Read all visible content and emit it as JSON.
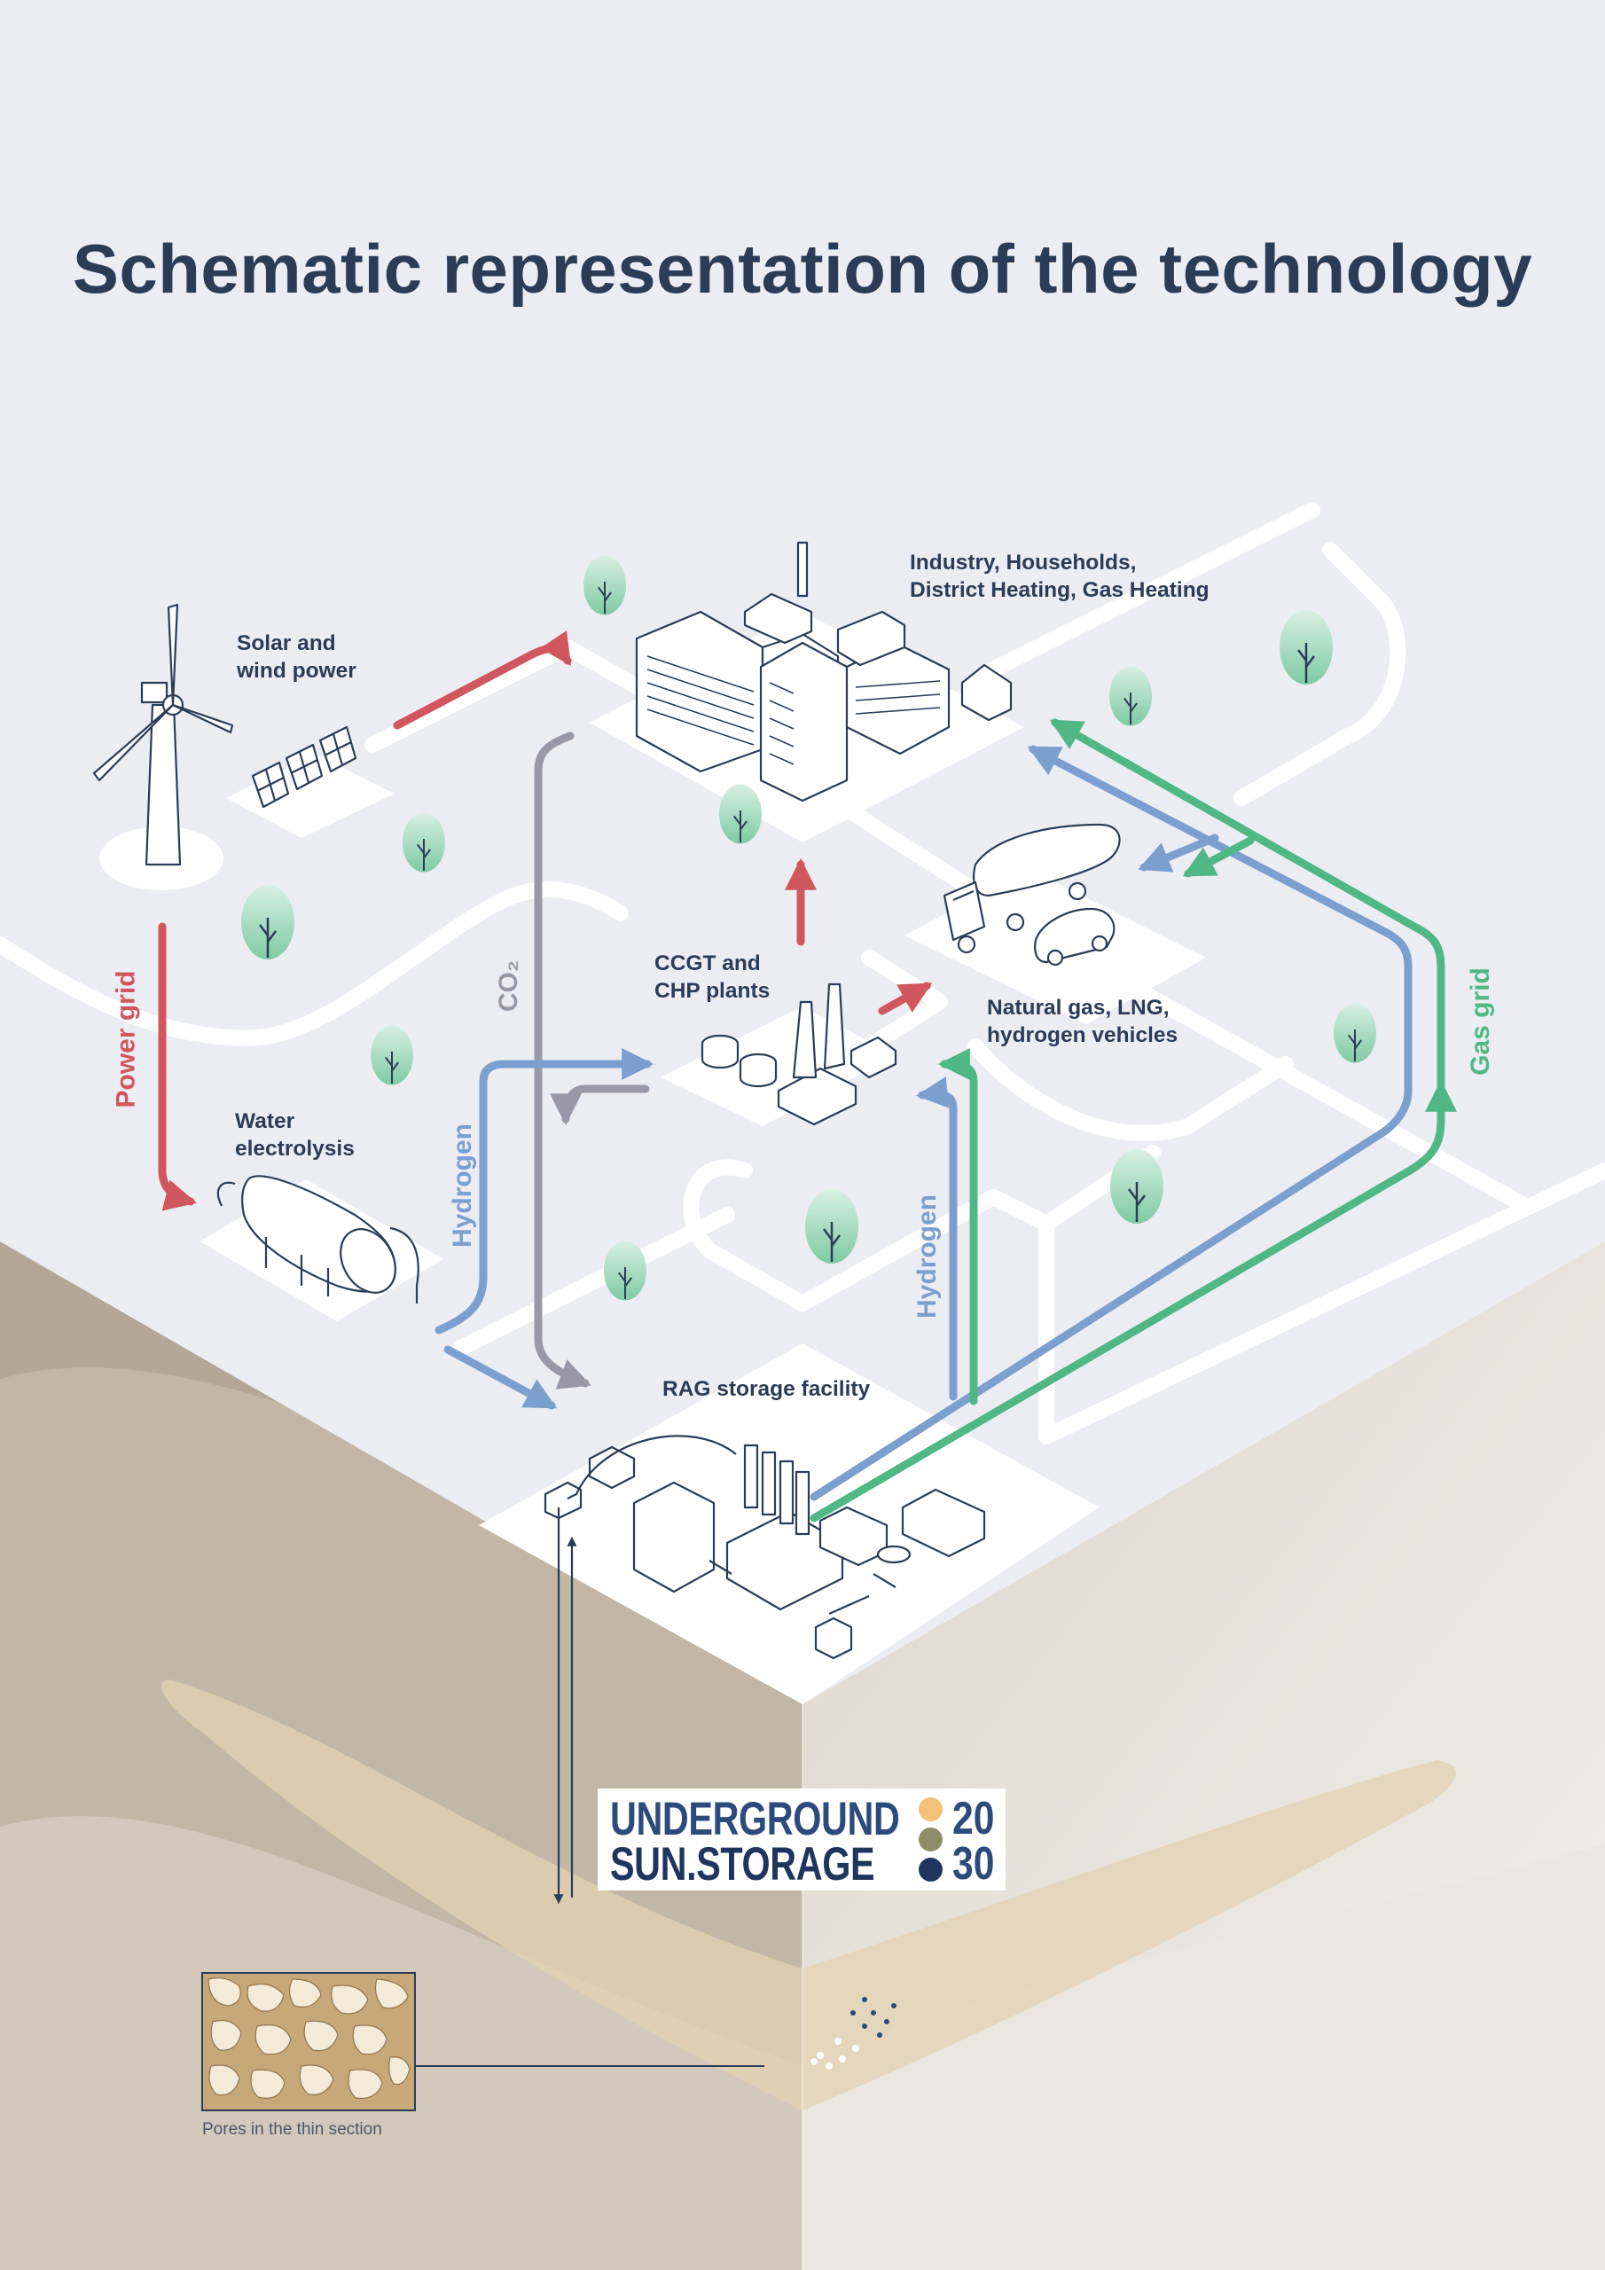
{
  "title": "Schematic representation of the technology",
  "labels": {
    "solar_wind": "Solar and\nwind power",
    "consumers": "Industry, Households,\nDistrict Heating, Gas Heating",
    "ccgt": "CCGT and\nCHP plants",
    "vehicles": "Natural gas, LNG,\nhydrogen vehicles",
    "electrolysis": "Water\nelectrolysis",
    "storage": "RAG storage facility",
    "pores": "Pores in the thin section"
  },
  "flow_labels": {
    "power_grid": "Power grid",
    "co2": "CO₂",
    "hydrogen_left": "Hydrogen",
    "hydrogen_right": "Hydrogen",
    "gas_grid": "Gas grid"
  },
  "logo": {
    "line1": "UNDERGROUND",
    "line2": "SUN.STORAGE",
    "year1": "20",
    "year2": "30"
  },
  "colors": {
    "background": "#ecedf3",
    "text": "#2b3c57",
    "power": "#d0575d",
    "co2": "#9a97a6",
    "hydrogen": "#7b9fcf",
    "gas": "#4fb885",
    "tree": "#8fd3b0",
    "logo_orange": "#f3c178",
    "logo_olive": "#8d8e67",
    "logo_navy": "#2c4a7c"
  }
}
